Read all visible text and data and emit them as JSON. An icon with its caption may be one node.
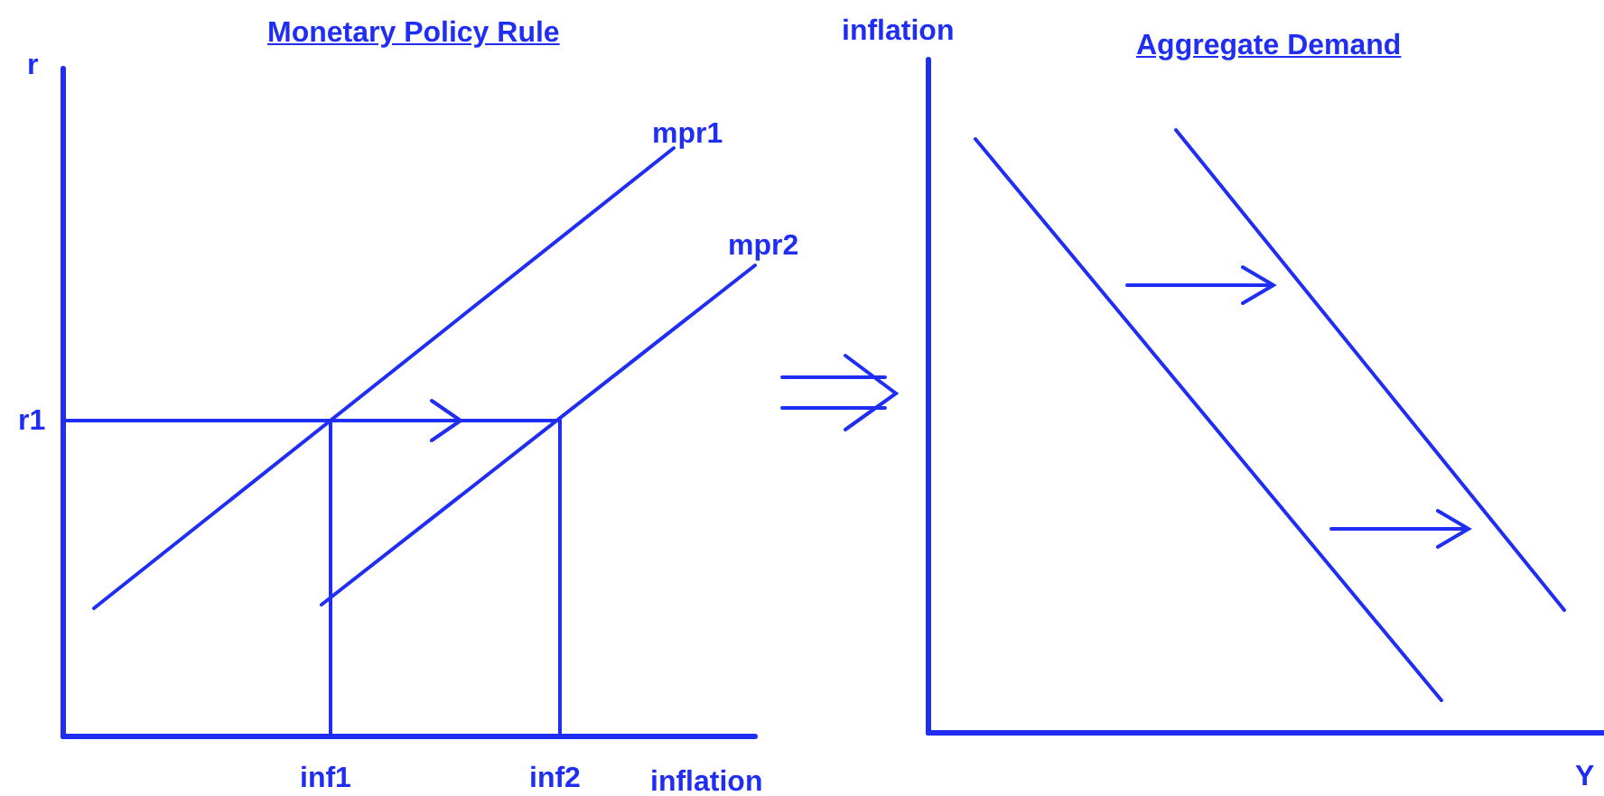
{
  "diagram": {
    "labels": [
      "Monetary Policy Rule",
      "inflation",
      "Aggregate Demand",
      "r",
      "mpr1",
      "mpr2",
      "r1",
      "inf1",
      "inf2",
      "inflation",
      "Y"
    ]
  }
}
